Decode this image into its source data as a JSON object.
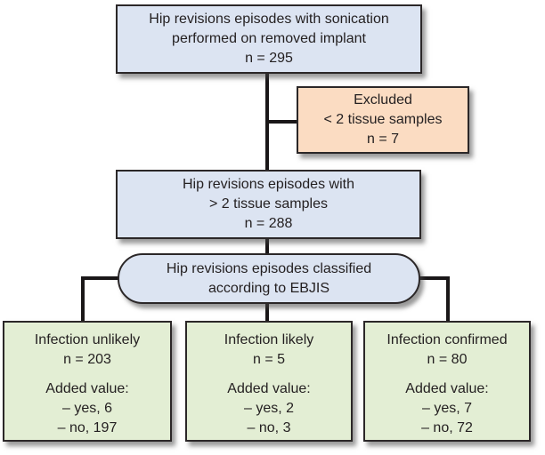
{
  "flowchart": {
    "description": "Flow diagram of hip revision episodes with sonication classified according to EBJIS",
    "colors": {
      "box_blue": "#dce4f2",
      "box_peach": "#fbdcc2",
      "box_green": "#e3eed4",
      "border": "#2b2728",
      "connector": "#1a1718",
      "text": "#231f20",
      "background": "#ffffff"
    },
    "nodes": {
      "top": {
        "lines": [
          "Hip revisions episodes with sonication",
          "performed on removed implant",
          "n = 295"
        ]
      },
      "excluded": {
        "lines": [
          "Excluded",
          "< 2 tissue samples",
          "n = 7"
        ]
      },
      "included": {
        "lines": [
          "Hip revisions episodes with",
          "> 2 tissue samples",
          "n = 288"
        ]
      },
      "classified": {
        "lines": [
          "Hip revisions episodes classified",
          "according to EBJIS"
        ]
      },
      "outcomes": [
        {
          "title": "Infection unlikely",
          "n": "n = 203",
          "added_label": "Added value:",
          "yes": "– yes, 6",
          "no": "– no, 197"
        },
        {
          "title": "Infection likely",
          "n": "n = 5",
          "added_label": "Added value:",
          "yes": "– yes, 2",
          "no": "– no, 3"
        },
        {
          "title": "Infection confirmed",
          "n": "n = 80",
          "added_label": "Added value:",
          "yes": "– yes, 7",
          "no": "– no, 72"
        }
      ]
    }
  }
}
